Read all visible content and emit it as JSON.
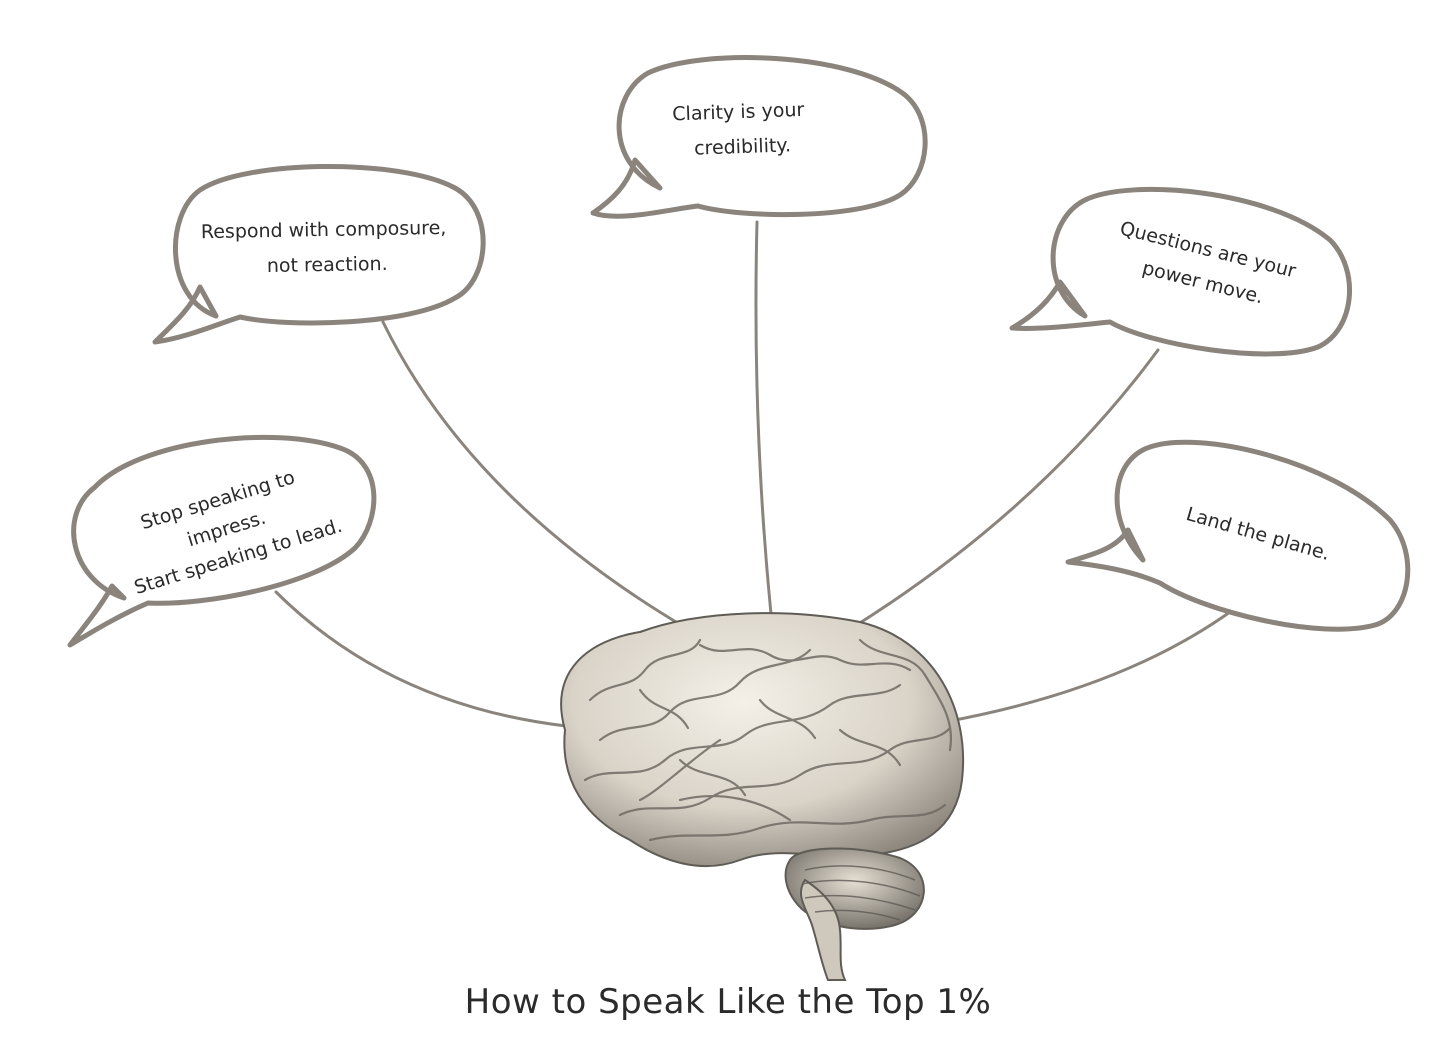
{
  "title": "How to Speak Like the Top 1%",
  "colors": {
    "outline": "#8a847c",
    "text": "#2a2a2a",
    "brain_light": "#ece7dd",
    "brain_dark": "#5f5b55"
  },
  "illustration": "brain-illustration",
  "bubbles": [
    {
      "id": "lead",
      "lines": [
        "Stop speaking to",
        "impress.",
        "Start speaking to lead."
      ]
    },
    {
      "id": "composure",
      "lines": [
        "Respond with composure,",
        "not reaction."
      ]
    },
    {
      "id": "clarity",
      "lines": [
        "Clarity is your",
        "credibility."
      ]
    },
    {
      "id": "questions",
      "lines": [
        "Questions are your",
        "power move."
      ]
    },
    {
      "id": "land",
      "lines": [
        "Land the plane."
      ]
    }
  ]
}
